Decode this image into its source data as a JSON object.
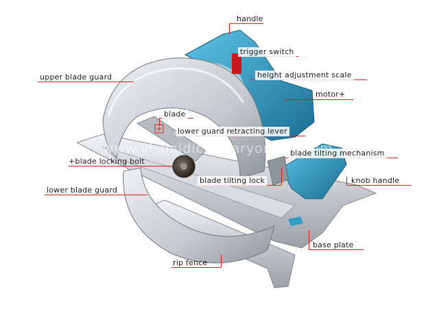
{
  "labels": {
    "handle": "handle",
    "trigger_switch": "trigger switch",
    "height_adjustment_scale": "height adjustment scale",
    "upper_blade_guard": "upper blade guard",
    "motor": "motor+",
    "blade": "blade",
    "lower_guard_retracting_lever": "lower guard retracting lever",
    "blade_tilting_mechanism": "blade tilting mechanism",
    "blade_locking_bolt": "+blade locking bolt",
    "blade_tilting_lock": "blade tilting lock",
    "knob_handle": "knob handle",
    "lower_blade_guard": "lower blade guard",
    "base_plate": "base plate",
    "rip_fence": "rip fence"
  },
  "watermark": "www.visualdictionaryonline.com",
  "colors": {
    "saw_blue": "#2f9fc8",
    "saw_blue_dark": "#1b6f93",
    "guard_silver": "#c9ced3",
    "leader_red": "#d21f1f"
  }
}
